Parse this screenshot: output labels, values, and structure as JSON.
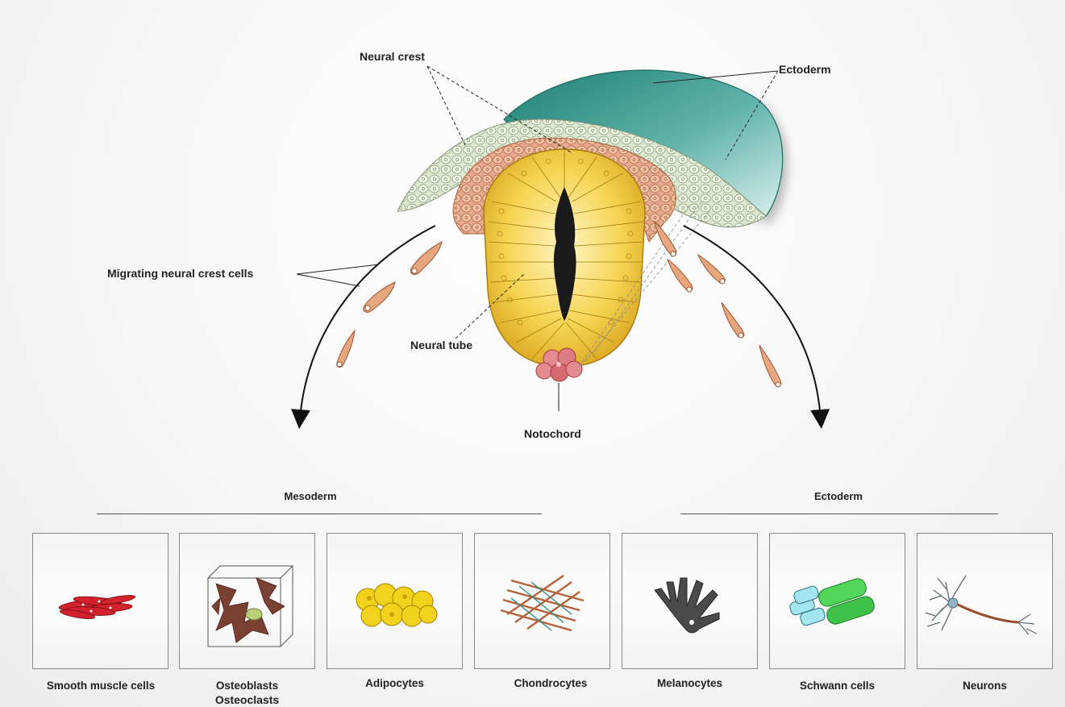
{
  "labels": {
    "neural_crest": "Neural crest",
    "ectoderm_top": "Ectoderm",
    "migrating": "Migrating neural crest cells",
    "neural_tube": "Neural tube",
    "notochord": "Notochord"
  },
  "groups": {
    "mesoderm": "Mesoderm",
    "ectoderm": "Ectoderm"
  },
  "cell_types": [
    {
      "name": "Smooth muscle cells"
    },
    {
      "name": "Osteoblasts",
      "name2": "Osteoclasts"
    },
    {
      "name": "Adipocytes"
    },
    {
      "name": "Chondrocytes"
    },
    {
      "name": "Melanocytes"
    },
    {
      "name": "Schwann cells"
    },
    {
      "name": "Neurons"
    }
  ],
  "colors": {
    "ectoderm": "#2e8f86",
    "neural_tube": "#f2c63a",
    "neural_crest": "#e9a98a",
    "surface_cells": "#d6e4c8",
    "notochord": "#d46c72"
  }
}
